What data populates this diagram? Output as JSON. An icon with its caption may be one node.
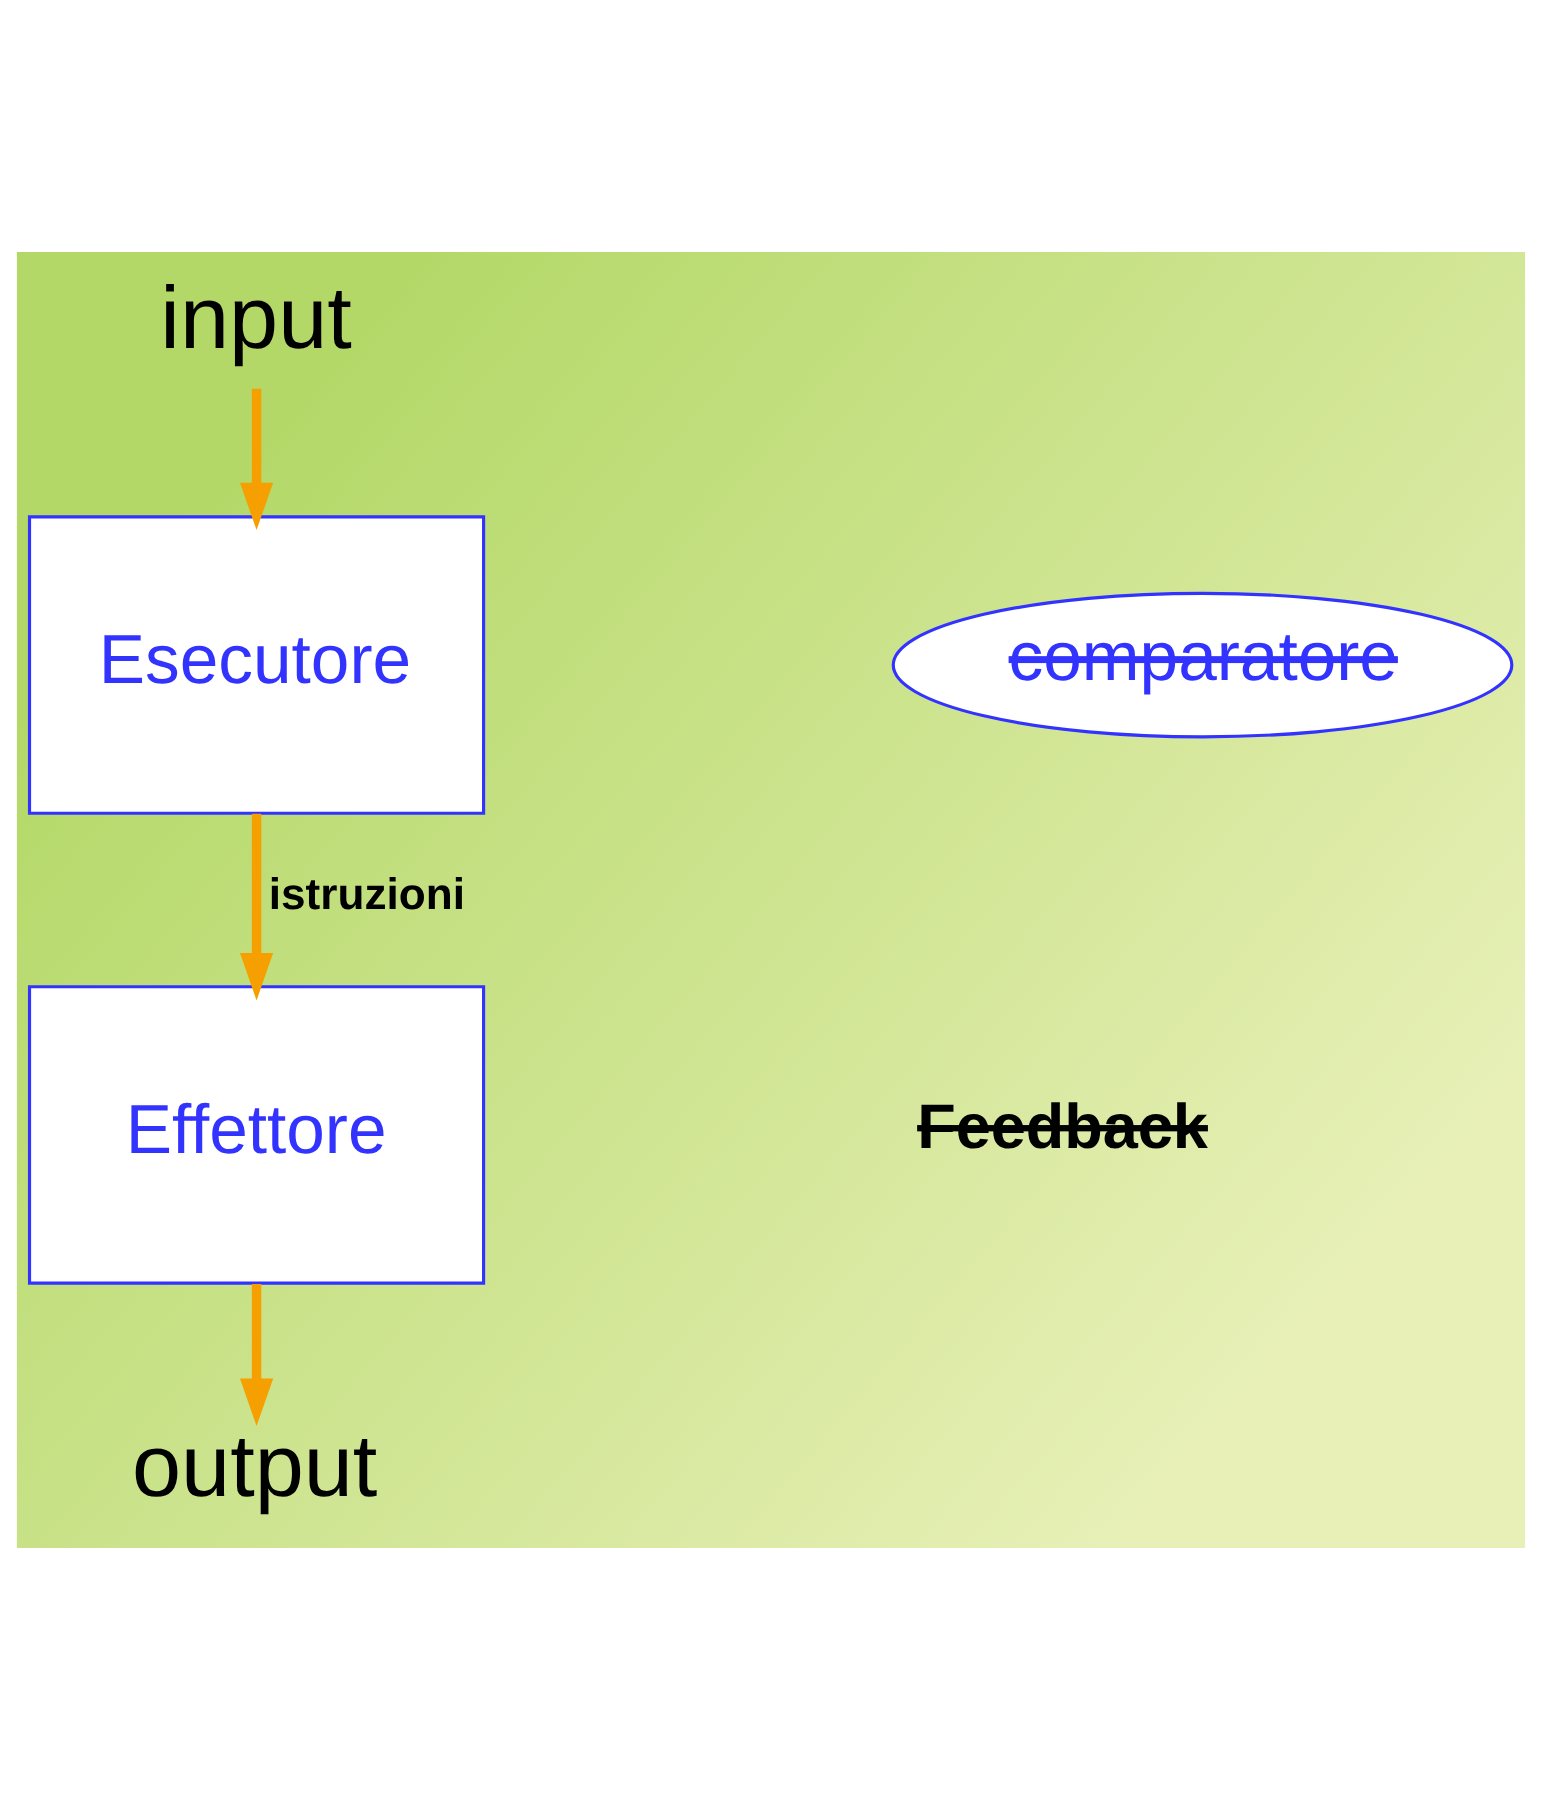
{
  "diagram": {
    "nodes": [
      {
        "text": [
          "input"
        ]
      },
      {
        "text": [
          "Esecutore"
        ]
      },
      {
        "text": [
          "Effettore"
        ]
      },
      {
        "text": [
          "output"
        ]
      },
      {
        "text": [
          "comparatore"
        ]
      }
    ],
    "edges": [
      {
        "from": 0,
        "to": 1,
        "arrow": "to"
      },
      {
        "from": 1,
        "to": 2,
        "arrow": "to",
        "label": "istruzioni"
      },
      {
        "from": 2,
        "to": 3,
        "arrow": "to"
      }
    ],
    "labels": [
      "Feedback"
    ]
  }
}
